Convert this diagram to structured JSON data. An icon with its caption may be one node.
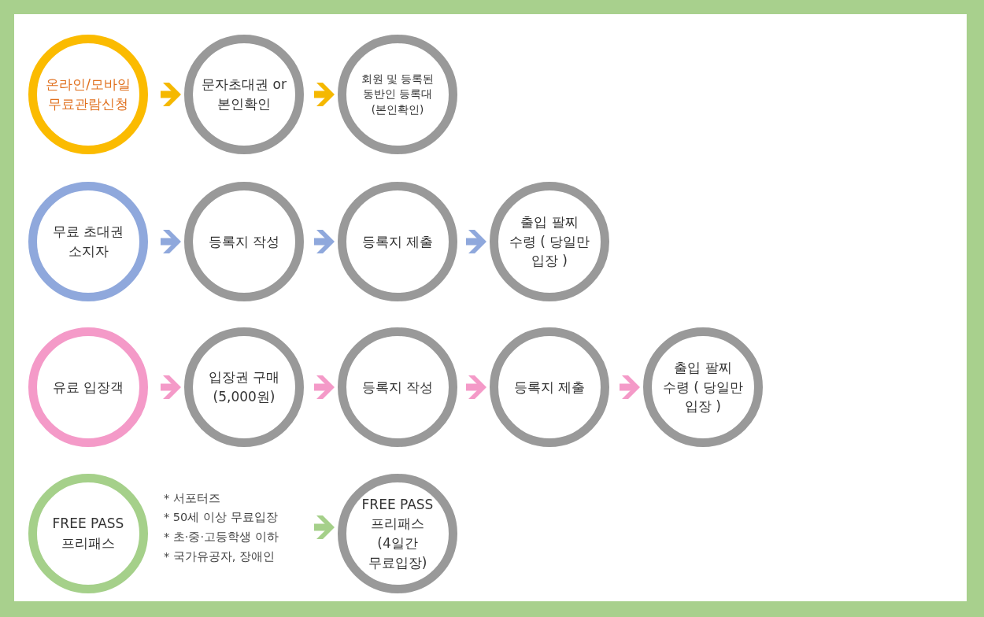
{
  "diagram": {
    "nodes": [
      {
        "text": [
          "온라인/모바일 무료관람신청"
        ]
      },
      {
        "text": [
          "문자초대권 or 본인확인"
        ]
      },
      {
        "text": [
          "회원 및 등록된 동반인 등록대(본인확인)"
        ]
      },
      {
        "text": [
          "무료 초대권 소지자"
        ]
      },
      {
        "text": [
          "등록지 작성"
        ]
      },
      {
        "text": [
          "등록지 제출"
        ]
      },
      {
        "text": [
          "출입 팔찌 수령 ( 당일만 입장 )"
        ]
      },
      {
        "text": [
          "유료 입장객"
        ]
      },
      {
        "text": [
          "입장권 구매 (5,000원)"
        ]
      },
      {
        "text": [
          "등록지 작성"
        ]
      },
      {
        "text": [
          "등록지 제출"
        ]
      },
      {
        "text": [
          "출입 팔찌 수령 ( 당일만 입장 )"
        ]
      },
      {
        "text": [
          "FREE PASS 프리패스"
        ]
      },
      {
        "text": [
          "* 서포터즈",
          "* 50세 이상 무료입장",
          "* 초·중·고등학생 이하",
          "* 국가유공자, 장애인"
        ]
      },
      {
        "text": [
          "FREE PASS 프리패스 (4일간 무료입장)"
        ]
      }
    ],
    "edges": [
      {
        "from": 0,
        "to": 1,
        "arrow": "to",
        "color": "#f5b800"
      },
      {
        "from": 1,
        "to": 2,
        "arrow": "to",
        "color": "#f5b800"
      },
      {
        "from": 3,
        "to": 4,
        "arrow": "to",
        "color": "#8fa8dc"
      },
      {
        "from": 4,
        "to": 5,
        "arrow": "to",
        "color": "#8fa8dc"
      },
      {
        "from": 5,
        "to": 6,
        "arrow": "to",
        "color": "#8fa8dc"
      },
      {
        "from": 7,
        "to": 8,
        "arrow": "to"
      },
      {
        "from": 8,
        "to": 9,
        "arrow": "to"
      },
      {
        "from": 9,
        "to": 10,
        "arrow": "to"
      },
      {
        "from": 10,
        "to": 11,
        "arrow": "to"
      },
      {
        "from": 13,
        "to": 14,
        "arrow": "to",
        "color": "#a5d08a"
      }
    ]
  }
}
